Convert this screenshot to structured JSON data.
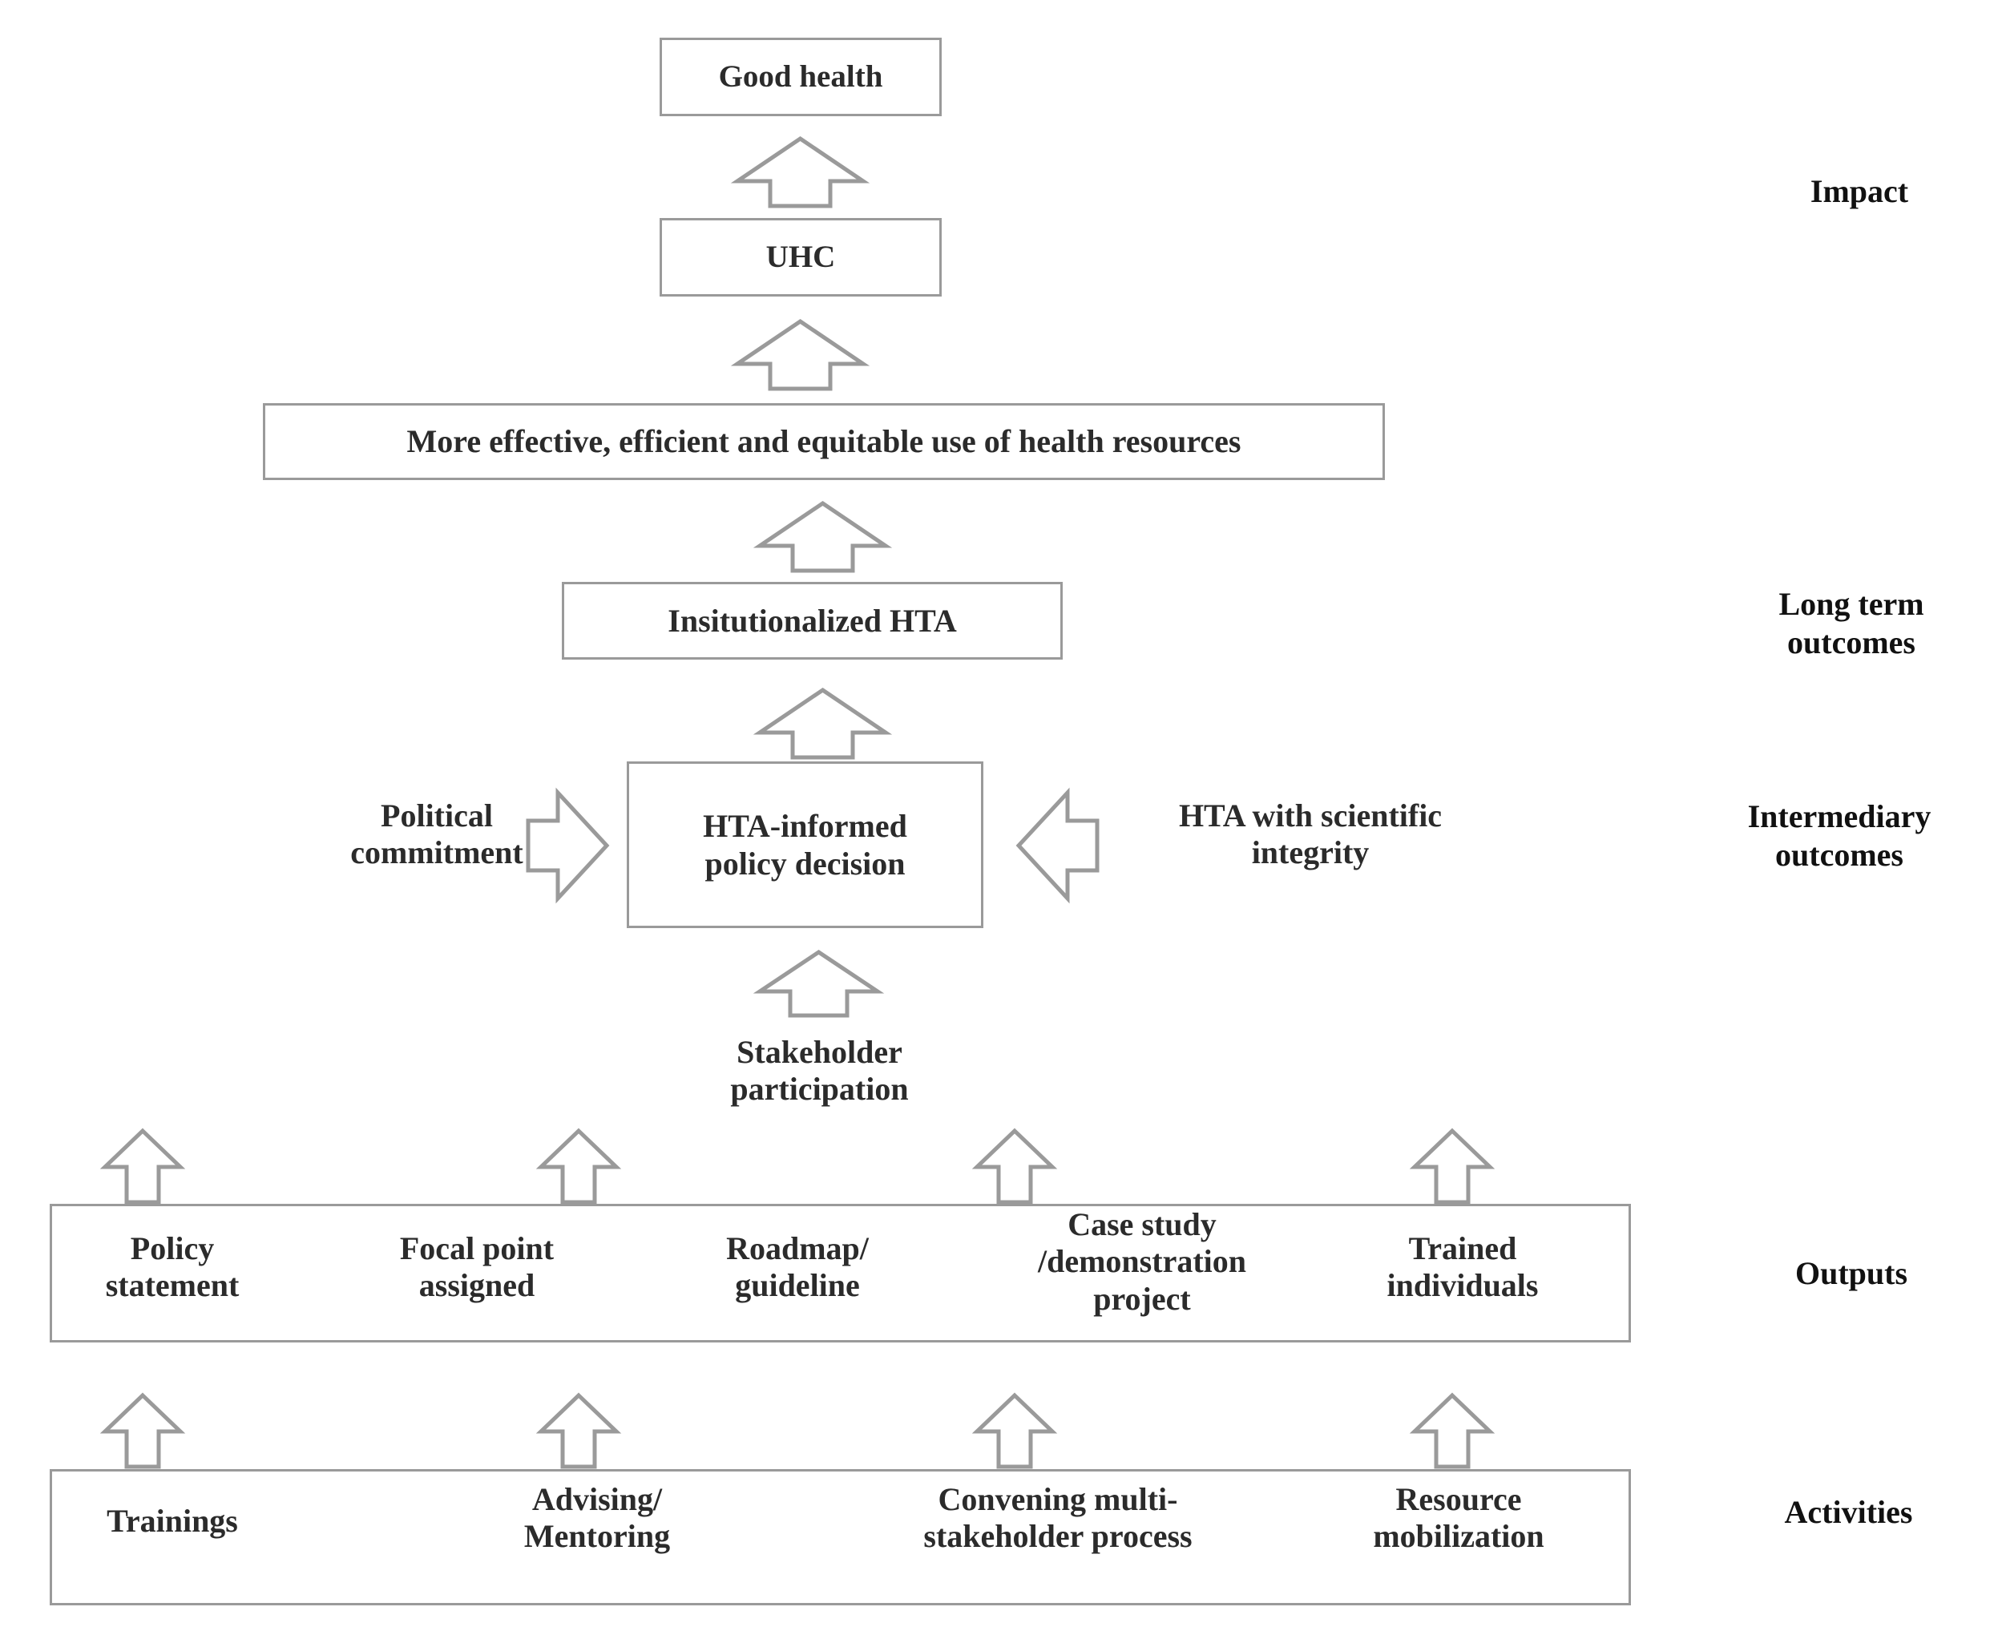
{
  "diagram": {
    "title": "HTA institutionalization logic model",
    "type": "logic-model",
    "colors": {
      "box_border": "#9a9a9a",
      "arrow_stroke": "#9a9a9a",
      "arrow_fill": "#ffffff",
      "text": "#2b2b2b",
      "stage_label_text": "#111111",
      "background": "#ffffff"
    }
  },
  "stage_labels": [
    {
      "id": "impact",
      "text": "Impact"
    },
    {
      "id": "long-term-outcomes",
      "text": "Long term\noutcomes"
    },
    {
      "id": "intermediary-outcomes",
      "text": "Intermediary\noutcomes"
    },
    {
      "id": "outputs",
      "text": "Outputs"
    },
    {
      "id": "activities",
      "text": "Activities"
    }
  ],
  "nodes": {
    "good_health": "Good health",
    "uhc": "UHC",
    "resources": "More effective, efficient and  equitable use of health resources",
    "institutionalized_hta": "Insitutionalized HTA",
    "policy_decision": "HTA-informed\npolicy decision"
  },
  "captions": {
    "political_commitment": "Political\ncommitment",
    "scientific_integrity": "HTA with scientific\nintegrity",
    "stakeholder_participation": "Stakeholder\nparticipation"
  },
  "outputs": {
    "items": [
      "Policy\nstatement",
      "Focal point\nassigned",
      "Roadmap/\nguideline",
      "Case study\n/demonstration\nproject",
      "Trained\nindividuals"
    ]
  },
  "activities": {
    "items": [
      "Trainings",
      "Advising/\nMentoring",
      "Convening multi-\nstakeholder process",
      "Resource\nmobilization"
    ]
  },
  "arrows": {
    "up_good_health": "up-arrow-to-good-health",
    "up_uhc": "up-arrow-to-uhc",
    "up_resources": "up-arrow-to-resources",
    "up_institutionalized": "up-arrow-to-institutionalized-hta",
    "up_policy_decision": "up-arrow-to-policy-decision",
    "right_political": "right-arrow-political-commitment",
    "left_integrity": "left-arrow-scientific-integrity",
    "outputs_to_outcomes": [
      "up-arrow-outputs-1",
      "up-arrow-outputs-2",
      "up-arrow-outputs-3",
      "up-arrow-outputs-4"
    ],
    "activities_to_outputs": [
      "up-arrow-activities-1",
      "up-arrow-activities-2",
      "up-arrow-activities-3",
      "up-arrow-activities-4"
    ]
  }
}
